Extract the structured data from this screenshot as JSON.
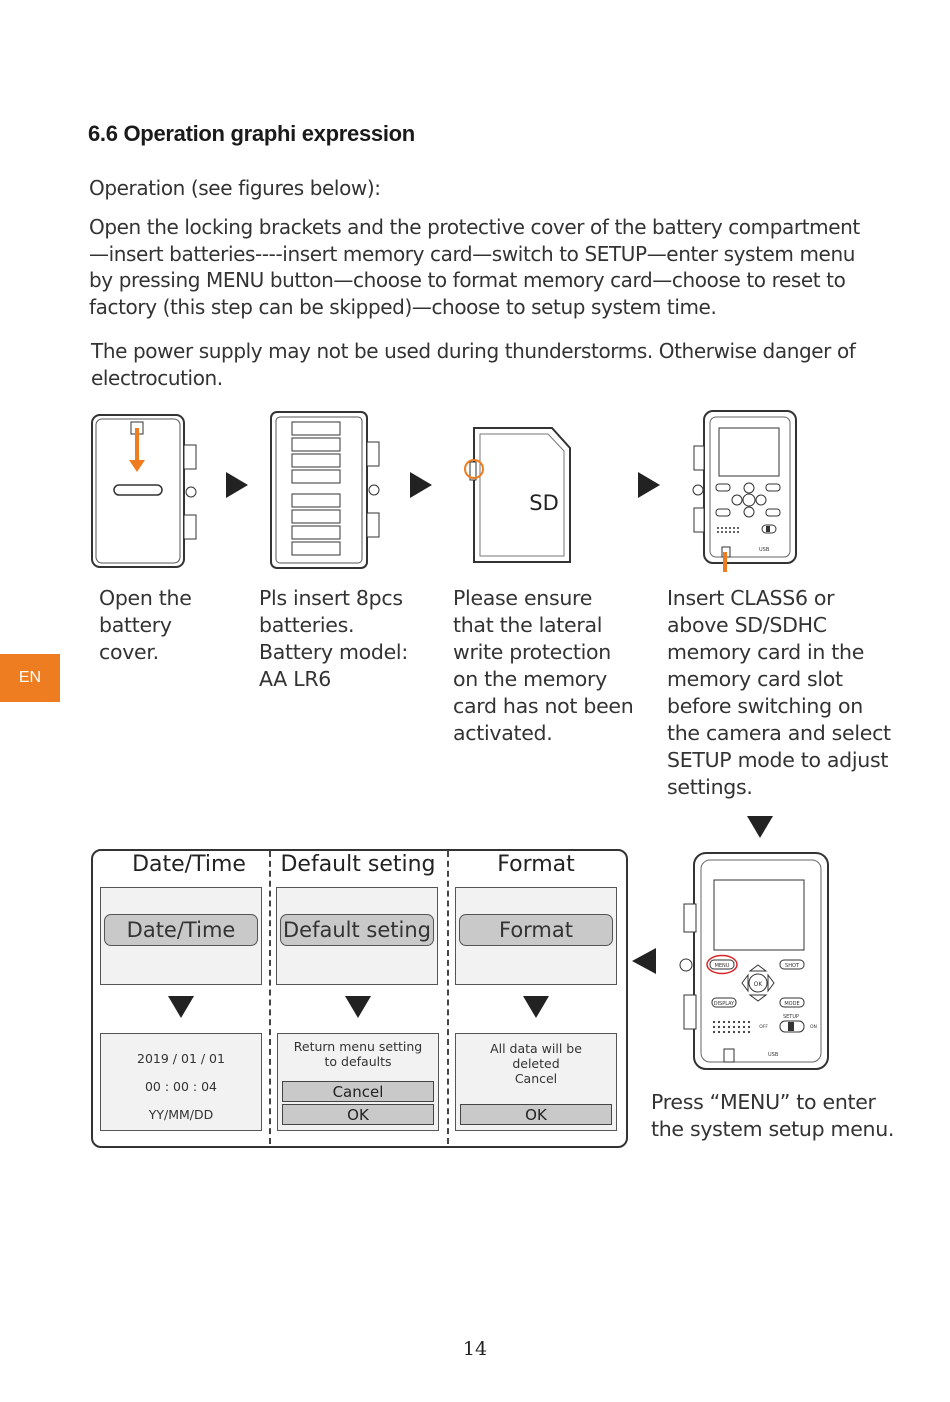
{
  "heading": "6.6 Operation graphi expression",
  "intro": "Operation (see figures below):",
  "steps_paragraph_lines": [
    "Open the locking brackets and the protective cover of the battery compartment",
    "—insert batteries----insert memory card—switch to SETUP—enter system menu",
    "by pressing MENU button—choose to format memory card—choose to reset to",
    "factory (this step can be skipped)—choose to setup system time."
  ],
  "warning_lines": [
    "The power supply may not be used during thunderstorms. Otherwise danger of",
    "electrocution."
  ],
  "language_tab": "EN",
  "figures": {
    "sd_label": "SD",
    "menu_button_label": "MENU",
    "usb_label": "USB",
    "setup_label": "SETUP",
    "off_label": "OFF",
    "on_label": "ON",
    "ok_label": "OK",
    "display_label": "DISPLAY",
    "shot_label": "SHOT",
    "mode_label": "MODE"
  },
  "captions": {
    "cover": [
      "Open the",
      "battery",
      "cover."
    ],
    "batteries": [
      "Pls insert 8pcs",
      "batteries.",
      "Battery model:",
      "AA LR6"
    ],
    "sd": [
      "Please ensure",
      "that the lateral",
      "write protection",
      "on the memory",
      "card has not been",
      "activated."
    ],
    "insert": [
      "Insert CLASS6 or",
      "above SD/SDHC",
      "memory card in the",
      "memory card slot",
      "before switching on",
      "the camera and select",
      "SETUP mode to adjust",
      "settings."
    ],
    "menu": [
      "Press “MENU” to enter",
      "the system setup menu."
    ]
  },
  "menu_panel": {
    "columns": [
      {
        "title": "Date/Time",
        "selected": "Date/Time"
      },
      {
        "title": "Default seting",
        "selected": "Default seting"
      },
      {
        "title": "Format",
        "selected": "Format"
      }
    ],
    "datetime": {
      "date": "2019 / 01 / 01",
      "time": "00 : 00 : 04",
      "format": "YY/MM/DD"
    },
    "default": {
      "message_line1": "Return menu setting",
      "message_line2": "to defaults",
      "cancel": "Cancel",
      "ok": "OK"
    },
    "format": {
      "message_line1": "All data will be",
      "message_line2": "deleted",
      "cancel": "Cancel",
      "ok": "OK"
    }
  },
  "page_number": "14",
  "colors": {
    "accent": "#ee7d22",
    "red_circle": "#d9262b"
  }
}
